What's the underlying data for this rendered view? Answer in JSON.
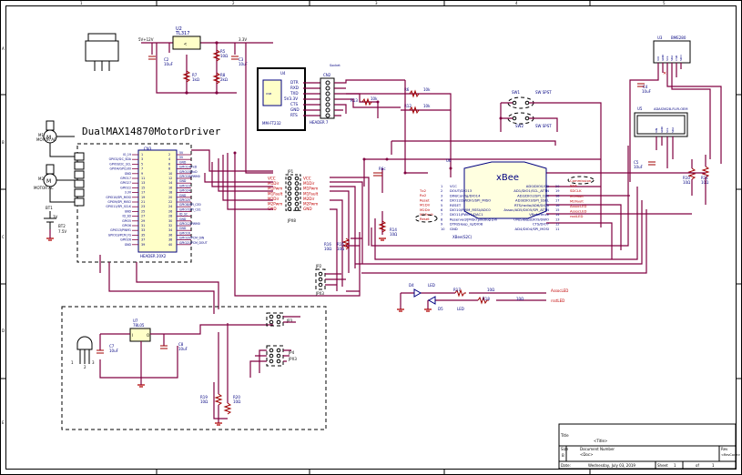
{
  "frame": {
    "top_ticks": [
      "1",
      "2",
      "3",
      "4",
      "5"
    ],
    "side_ticks": [
      "A",
      "B",
      "C",
      "D",
      "E"
    ]
  },
  "title_block": {
    "title_label": "Title",
    "title_value": "<Title>",
    "size_label": "Size",
    "size_value": "B",
    "docnum_label": "Document Number",
    "docnum_value": "<Doc>",
    "rev_label": "Rev",
    "rev_value": "<RevCode>",
    "date_label": "Date:",
    "date_value": "Wednesday, July 03, 2019",
    "sheet_label": "Sheet",
    "sheet_value": "1",
    "of_label": "of",
    "of_value": "1"
  },
  "components": {
    "vreg_top": {
      "ref": "U2",
      "part": "TL317",
      "net_in": "5V+12V",
      "net_out": "3.3V"
    },
    "r5": {
      "ref": "R5",
      "value": "10Ω"
    },
    "r7": {
      "ref": "R7",
      "value": "1kΩ"
    },
    "r8": {
      "ref": "R8",
      "value": "2kΩ"
    },
    "c2": {
      "ref": "C2",
      "value": "10uF"
    },
    "c3": {
      "ref": "C3",
      "value": "10uF"
    },
    "u4": {
      "ref": "U4",
      "part": "MM-FT232",
      "pins": [
        "DTR",
        "RXD",
        "TXD",
        "5V3.3V",
        "CTS",
        "GND",
        "RTS"
      ]
    },
    "cn2": {
      "ref": "CN2",
      "part": "HEADER 7",
      "note": "Socket"
    },
    "cn3": {
      "ref": "CN3",
      "part": "HEADER 20X2"
    },
    "motor_driver": {
      "title": "DualMAX14870MotorDriver"
    },
    "m1": {
      "ref": "M1",
      "label": "MOTOR AC"
    },
    "m2": {
      "ref": "M2",
      "label": "MOTOR AC"
    },
    "bt1": {
      "ref": "BT1",
      "label": "3V"
    },
    "bt2": {
      "ref": "BT2",
      "label": "7.5V"
    },
    "jp1": {
      "ref": "JP1",
      "left": [
        "VCC",
        "M1Dir",
        "M1Pwm",
        "M1Fault",
        "M2Dir",
        "M2Pwm",
        "GND"
      ],
      "right": [
        "VCC",
        "M1Dir",
        "M1Pwm",
        "M1Fault",
        "M2Dir",
        "M2Pwm",
        "GND"
      ],
      "footer": "JPX8"
    },
    "u6": {
      "ref": "U6",
      "part": "XBee(S2C)",
      "title": "xBee",
      "left_pins": [
        "VCC",
        "DOUT/DIO13",
        "DIN/Config/DIO14",
        "DIO12/SWDIO/SPI_MISO",
        "RESET",
        "DIO10/PWM_RSSI/ADC0",
        "DIO11/PWM1/DAC1",
        "Reserved/[MISO]/debug pin",
        "DTR/Sleep_rq/DIO8",
        "GND"
      ],
      "right_pins": [
        "AD0/DIO0/CB",
        "AD1/DIO1/SCL_ATTN",
        "AD2/DIO2/SPI_CLK",
        "AD3/DIO3/SPI_SSEL",
        "RTS/radio/AD6/DIO6",
        "Assoc/AD5/DIO5/SPI_ATTN",
        "VReference",
        "ON/Sleep/DIO9/SWO",
        "CTS/DIO7",
        "AD4/DIO4/SPI_MOSI"
      ],
      "left_nets": [
        "Tx2",
        "Rx2",
        "Reset",
        "M1Dir",
        "M2Dir",
        "M1Fault",
        "Reset"
      ],
      "right_nets": [
        "Commission",
        "SDA",
        "SDCLK",
        "M1Fault",
        "M2Fault",
        "AssocLED",
        "AssocLED",
        "rsstLED"
      ]
    },
    "sw1": {
      "ref": "SW1",
      "label": "SW SPST"
    },
    "sw2": {
      "ref": "SW2",
      "label": "SW SPST"
    },
    "r6": {
      "ref": "R6",
      "value": "10k"
    },
    "r12": {
      "ref": "R12",
      "value": "10k"
    },
    "r13": {
      "ref": "R13",
      "value": "10k"
    },
    "u3": {
      "ref": "U3",
      "part": "BME280",
      "pins": [
        "VIO",
        "GND",
        "SCL",
        "SDA",
        "CSB",
        "SDO"
      ]
    },
    "u5": {
      "ref": "U5",
      "part": "ADAS5628-FLIR-OEM",
      "pins": [
        "VIN",
        "GND",
        "SCL",
        "SDA"
      ]
    },
    "c4": {
      "ref": "C4",
      "value": "10uF"
    },
    "c5": {
      "ref": "C5",
      "value": "10uF"
    },
    "r10": {
      "ref": "R10",
      "value": "10Ω"
    },
    "r11": {
      "ref": "R11",
      "value": "10Ω"
    },
    "r14": {
      "ref": "R14",
      "value": "10Ω"
    },
    "r15": {
      "ref": "R15",
      "value": "10Ω"
    },
    "r16": {
      "ref": "R16",
      "value": "10Ω"
    },
    "r17": {
      "ref": "R17",
      "value": "10Ω"
    },
    "r18": {
      "ref": "R18",
      "value": "10Ω"
    },
    "d4": {
      "ref": "D4",
      "label": "LED",
      "net": "AssocLED"
    },
    "d5": {
      "ref": "D5",
      "label": "LED",
      "net": "rsstLED"
    },
    "jp2": {
      "ref": "JP2",
      "footer": "JPX3"
    },
    "jp3": {
      "ref": "JP3"
    },
    "jp4": {
      "ref": "JP4",
      "footer": "JPX3"
    },
    "u7": {
      "ref": "U7",
      "part": "78L05"
    },
    "c7": {
      "ref": "C7",
      "value": "10uF"
    },
    "c8": {
      "ref": "C8",
      "value": "10uF"
    },
    "r19": {
      "ref": "R19",
      "value": "10Ω"
    },
    "r20": {
      "ref": "R20",
      "value": "10Ω"
    },
    "q1": {
      "ref": "Q1"
    }
  },
  "cn3_left_labels": [
    "IO_19",
    "GPIO2/I2C_SDA",
    "GPIO3/I2C_SCL",
    "GPIO4/GPCLK0",
    "GND",
    "GPIO17",
    "GPIO27",
    "GPIO22",
    "3.3V",
    "GPIO10/SPI_MOSI",
    "GPIO9/SPI_MISO",
    "GPIO11/SPI_SCLK",
    "GND",
    "ID_SD",
    "GPIO5",
    "GPIO6",
    "GPIO13/PWM1",
    "GPIO19/PCM_FS",
    "GPIO26",
    "GND"
  ],
  "cn3_right_labels": [
    "5V",
    "5V",
    "GND",
    "GPIO14/TxD",
    "GPIO15/RxD",
    "GPIO18/PWM0",
    "GND",
    "GPIO23",
    "GPIO24",
    "GND",
    "GPIO25",
    "GPIO8/SPI_CE0",
    "GPIO7/SPI_CE1",
    "ID_SC",
    "GND",
    "GPIO12/PWM0",
    "GND",
    "GPIO16",
    "GPIO20/PCM_DIN",
    "GPIO21/PCM_DOUT"
  ]
}
